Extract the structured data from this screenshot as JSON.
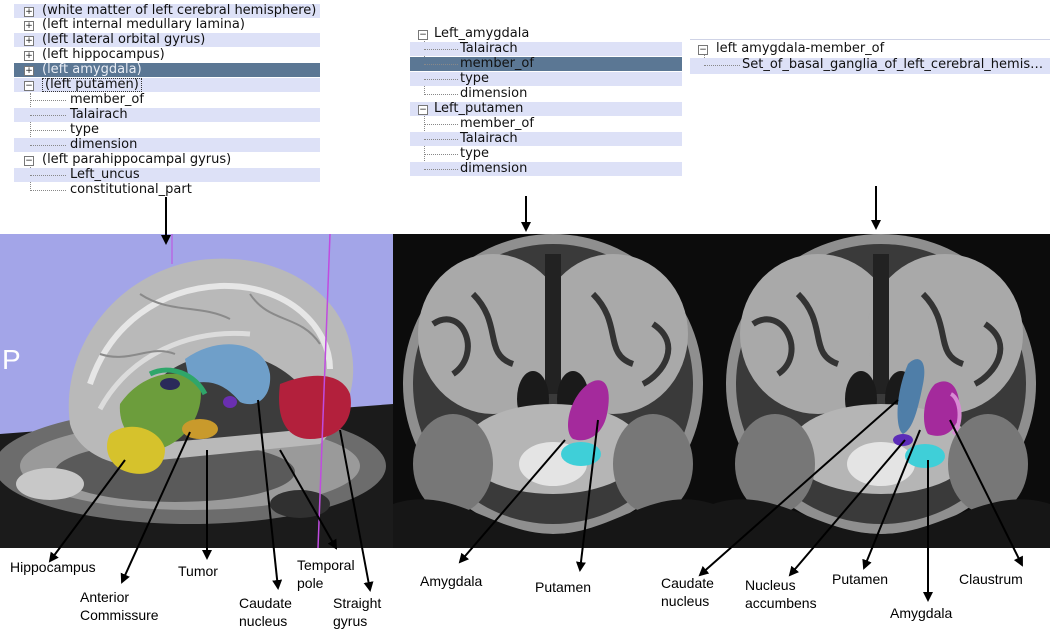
{
  "tree1": {
    "rows": [
      {
        "label": "(white matter of left cerebral hemisphere)",
        "toggle": "+"
      },
      {
        "label": "(left internal medullary lamina)",
        "toggle": "+"
      },
      {
        "label": "(left lateral orbital gyrus)",
        "toggle": "+"
      },
      {
        "label": "(left hippocampus)",
        "toggle": "+"
      },
      {
        "label": "(left amygdala)",
        "toggle": "+"
      },
      {
        "label": "(left putamen)",
        "toggle": "−"
      },
      {
        "label": "member_of",
        "toggle": ""
      },
      {
        "label": "Talairach",
        "toggle": ""
      },
      {
        "label": "type",
        "toggle": ""
      },
      {
        "label": "dimension",
        "toggle": ""
      },
      {
        "label": "(left parahippocampal gyrus)",
        "toggle": "−"
      },
      {
        "label": "Left_uncus",
        "toggle": ""
      },
      {
        "label": "constitutional_part",
        "toggle": ""
      }
    ]
  },
  "tree2": {
    "rows": [
      {
        "label": "Left_amygdala",
        "toggle": "−"
      },
      {
        "label": "Talairach",
        "toggle": ""
      },
      {
        "label": "member_of",
        "toggle": ""
      },
      {
        "label": "type",
        "toggle": ""
      },
      {
        "label": "dimension",
        "toggle": ""
      },
      {
        "label": "Left_putamen",
        "toggle": "−"
      },
      {
        "label": "member_of",
        "toggle": ""
      },
      {
        "label": "Talairach",
        "toggle": ""
      },
      {
        "label": "type",
        "toggle": ""
      },
      {
        "label": "dimension",
        "toggle": ""
      }
    ]
  },
  "tree3": {
    "rows": [
      {
        "label": "left amygdala-member_of",
        "toggle": "−"
      },
      {
        "label": "Set_of_basal_ganglia_of_left_cerebral_hemis…",
        "toggle": ""
      }
    ]
  },
  "panel1": {
    "orientation_letter": "P",
    "labels": {
      "hippocampus": "Hippocampus",
      "anterior_commissure": "Anterior\nCommissure",
      "tumor": "Tumor",
      "caudate": "Caudate\nnucleus",
      "temporal_pole": "Temporal\npole",
      "straight_gyrus": "Straight\ngyrus"
    }
  },
  "panel2": {
    "labels": {
      "amygdala": "Amygdala",
      "putamen": "Putamen"
    }
  },
  "panel3": {
    "labels": {
      "caudate": "Caudate\nnucleus",
      "accumbens": "Nucleus\naccumbens",
      "putamen": "Putamen",
      "amygdala": "Amygdala",
      "claustrum": "Claustrum"
    }
  },
  "colors": {
    "tree_alt": "#dde1f7",
    "tree_selected": "#5b7794",
    "sky": "#a3a5e8",
    "hippocampus": "#d6c22c",
    "caudate": "#6f9fc9",
    "temporal_pole": "#b3203c",
    "putamen_magenta": "#a42a9c",
    "amygdala_cyan": "#3fcfd8"
  }
}
